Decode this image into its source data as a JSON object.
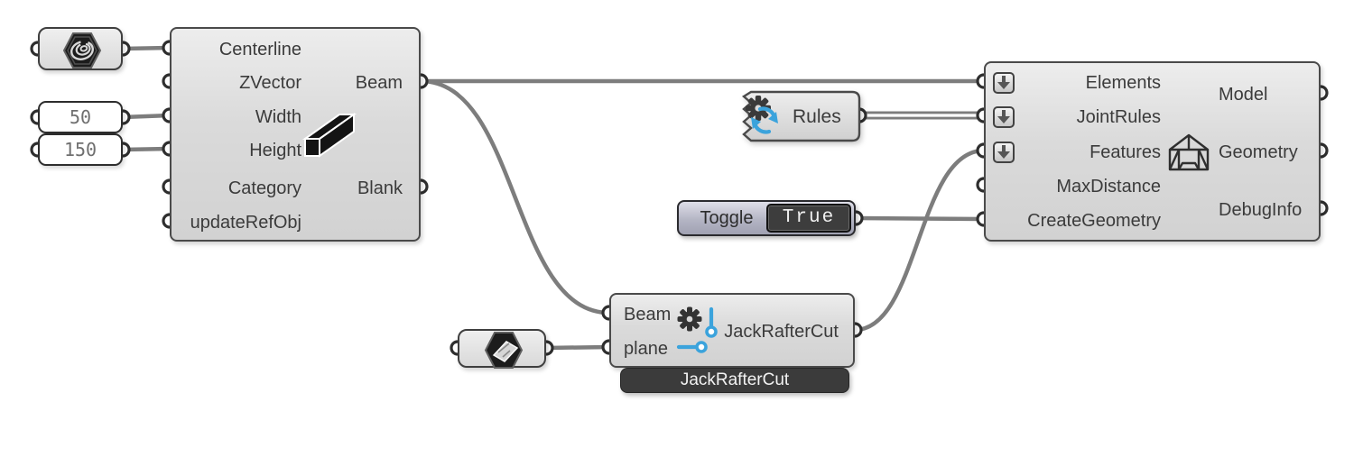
{
  "colors": {
    "canvas_bg": "#ffffff",
    "wire": "#7d7d7d",
    "node_border": "#4a4a4a",
    "accent_blue": "#3ba3dc",
    "nickname_bg": "#3b3b3b",
    "toggle_value_bg": "#3d3d3d"
  },
  "icons": {
    "curve_param": "curve-spiral-hexagon-icon",
    "plane_param": "plane-hexagon-icon",
    "beam_node": "beam-3d-icon",
    "rules_node": "gear-cycle-icon",
    "jack_node": "gear-circuit-icon",
    "model_node": "frame-model-icon",
    "input_modifier": "down-arrow-icon"
  },
  "panels": {
    "width_value": "50",
    "height_value": "150"
  },
  "beam_node": {
    "inputs": [
      "Centerline",
      "ZVector",
      "Width",
      "Height",
      "Category",
      "updateRefObj"
    ],
    "outputs": [
      "Beam",
      "Blank"
    ]
  },
  "rules_node": {
    "label": "Rules"
  },
  "toggle_node": {
    "label": "Toggle",
    "value": "True"
  },
  "jack_node": {
    "inputs": [
      "Beam",
      "plane"
    ],
    "output": "JackRafterCut",
    "nickname": "JackRafterCut"
  },
  "model_node": {
    "inputs": [
      "Elements",
      "JointRules",
      "Features",
      "MaxDistance",
      "CreateGeometry"
    ],
    "outputs": [
      "Model",
      "Geometry",
      "DebugInfo"
    ]
  }
}
